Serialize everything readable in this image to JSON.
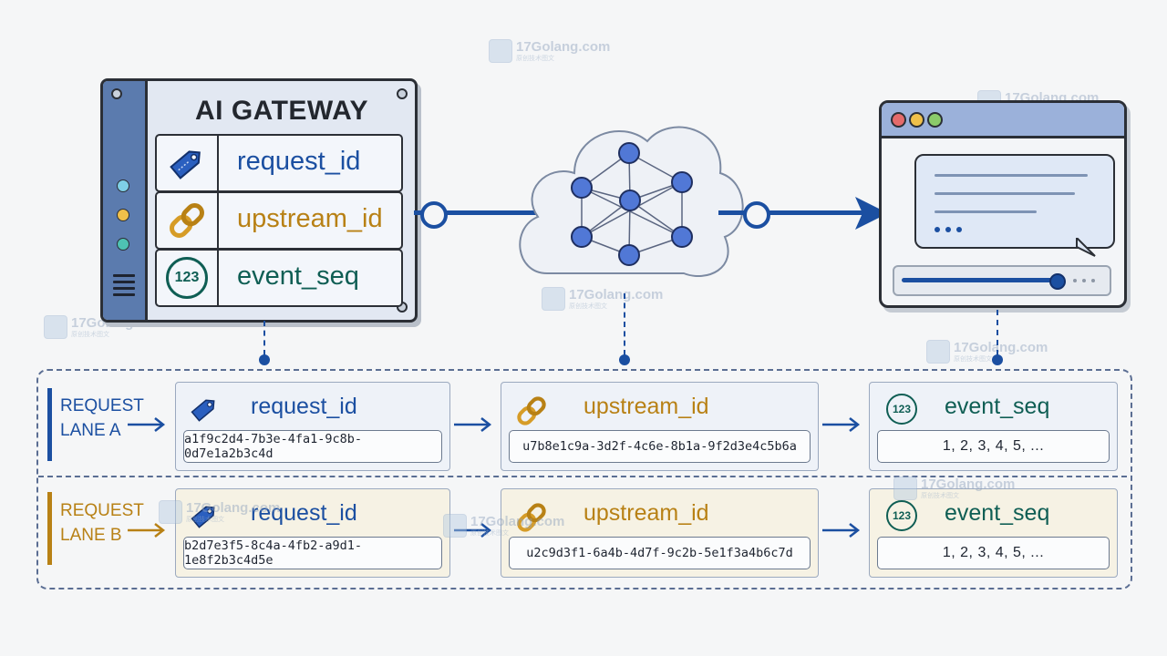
{
  "watermark": {
    "title": "17Golang.com",
    "subtitle": "原创技术图文"
  },
  "gateway": {
    "title": "AI GATEWAY",
    "rows": [
      {
        "label": "request_id",
        "icon": "tag-icon",
        "color": "#1b4fa1"
      },
      {
        "label": "upstream_id",
        "icon": "chain-link-icon",
        "color": "#b88115"
      },
      {
        "label": "event_seq",
        "icon": "seq-123-icon",
        "color": "#0f5e54"
      }
    ]
  },
  "network": {
    "icon": "network-cloud-icon"
  },
  "client": {
    "icon": "browser-window-icon"
  },
  "lanes": [
    {
      "label_line1": "REQUEST",
      "label_line2": "LANE A",
      "accent": "#1b4fa1",
      "cards": [
        {
          "title": "request_id",
          "value": "a1f9c2d4-7b3e-4fa1-9c8b-0d7e1a2b3c4d"
        },
        {
          "title": "upstream_id",
          "value": "u7b8e1c9a-3d2f-4c6e-8b1a-9f2d3e4c5b6a"
        },
        {
          "title": "event_seq",
          "value": "1, 2, 3, 4, 5, ..."
        }
      ]
    },
    {
      "label_line1": "REQUEST",
      "label_line2": "LANE B",
      "accent": "#b88115",
      "cards": [
        {
          "title": "request_id",
          "value": "b2d7e3f5-8c4a-4fb2-a9d1-1e8f2b3c4d5e"
        },
        {
          "title": "upstream_id",
          "value": "u2c9d3f1-6a4b-4d7f-9c2b-5e1f3a4b6c7d"
        },
        {
          "title": "event_seq",
          "value": "1, 2, 3, 4, 5, ..."
        }
      ]
    }
  ],
  "colors": {
    "request_id": "#1b4fa1",
    "upstream_id": "#b88115",
    "event_seq": "#0f5e54",
    "lane_a_bg": "#eef2f8",
    "lane_b_bg": "#f6f2e4"
  },
  "seq_icon_text": "123"
}
